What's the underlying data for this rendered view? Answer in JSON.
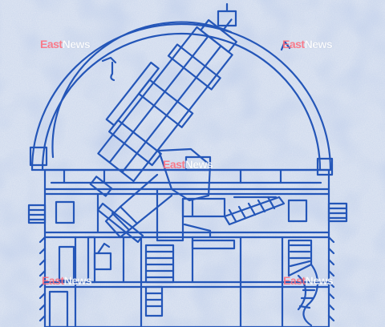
{
  "colors": {
    "paper": "#dfe6f2",
    "paper_mottle": "#b9c7df",
    "ink": "#2456b8",
    "ink_dark": "#1b3f8f",
    "watermark_red": "#ff6b7a",
    "watermark_white": "#ffffff"
  },
  "watermarks": [
    {
      "part1": "East",
      "part2": "News"
    },
    {
      "part1": "East",
      "part2": "News"
    },
    {
      "part1": "East",
      "part2": "News"
    },
    {
      "part1": "East",
      "part2": "News"
    },
    {
      "part1": "East",
      "part2": "News"
    }
  ]
}
